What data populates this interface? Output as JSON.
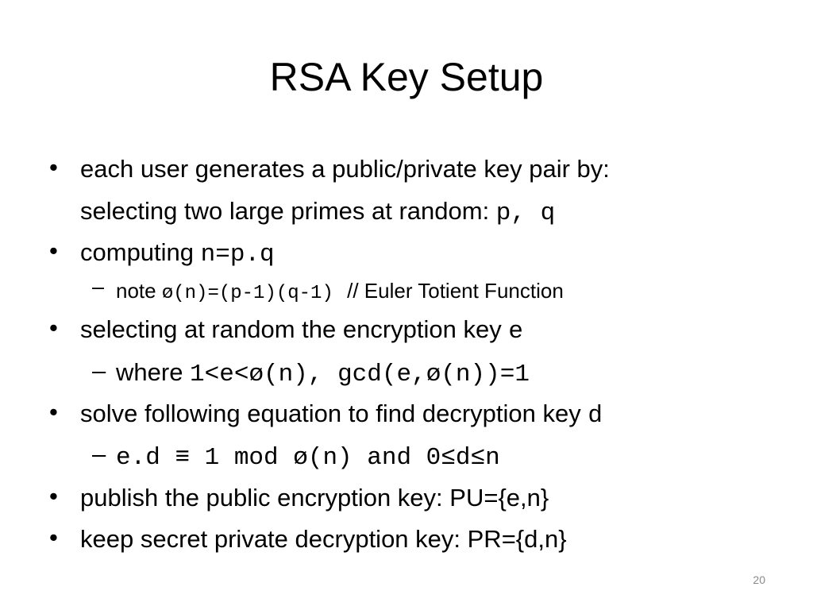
{
  "slide": {
    "title": "RSA Key Setup",
    "bullet_char": "•",
    "dash_char": "–",
    "page_number": "20"
  },
  "lines": {
    "b1": {
      "text": "each user generates a public/private key pair by:"
    },
    "b1_cont": {
      "text": "selecting two large primes at random: ",
      "code": "p, q"
    },
    "b2": {
      "text": "computing ",
      "code": "n=p.q"
    },
    "b2_sub": {
      "text": "note ",
      "code": "ø(n)=(p-1)(q-1)",
      "text2": "// Euler Totient Function"
    },
    "b3": {
      "text": "selecting at random the encryption key ",
      "code": "e"
    },
    "b3_sub": {
      "text": "where ",
      "code": "1<e<ø(n), gcd(e,ø(n))=1"
    },
    "b4": {
      "text": "solve following equation to find decryption key ",
      "code": "d"
    },
    "b4_sub": {
      "code": "e.d ≡ 1 mod ø(n) and 0≤d≤n"
    },
    "b5": {
      "text": "publish the public encryption key: PU={e,n}"
    },
    "b6": {
      "text": "keep secret private decryption key: PR={d,n}"
    }
  }
}
